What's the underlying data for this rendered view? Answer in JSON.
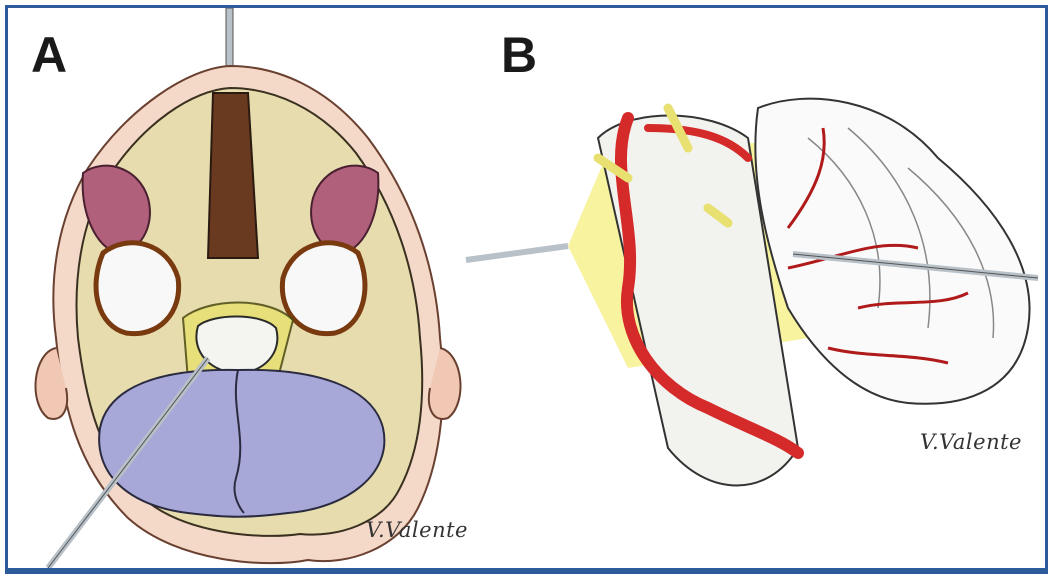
{
  "figure": {
    "panels": [
      {
        "letter": "A",
        "signature": "V.Valente"
      },
      {
        "letter": "B",
        "signature": "V.Valente"
      }
    ],
    "colors": {
      "border": "#2c5a9a",
      "skin": "#e8b4a0",
      "bone": "#d9cfa0",
      "cerebellum": "#9c9ccc",
      "artery": "#d42a2a",
      "illumination": "#f0ea50",
      "instrument": "#b0b8c0"
    },
    "icons": [
      "skull-axial-section-illustration",
      "cerebellum-vessels-illustration",
      "endoscope-icon"
    ]
  }
}
